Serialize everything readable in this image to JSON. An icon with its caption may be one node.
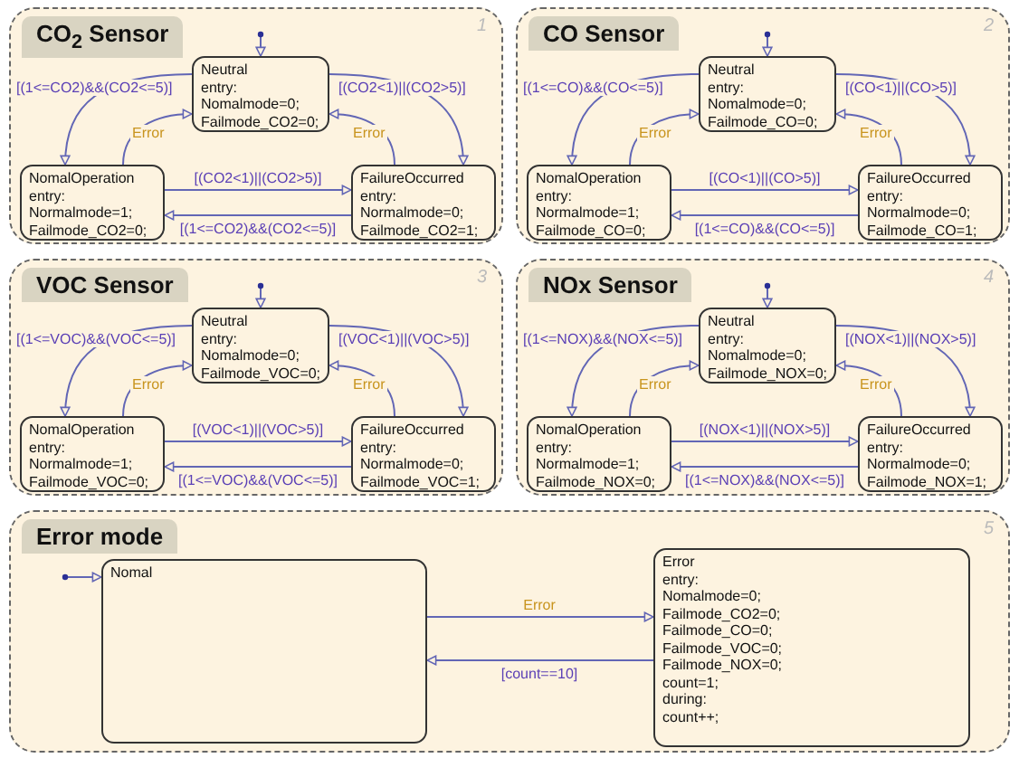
{
  "diagram": {
    "nodes": [
      {
        "text": [
          "CO$_{2}$ Sensor"
        ],
        "beside": [
          "1"
        ]
      },
      {
        "text": [
          "Neutral",
          "entry:",
          "Nomalmode=0;",
          "Failmode_CO2=0;"
        ],
        "in": 0
      },
      {
        "text": [
          "NomalOperation",
          "entry:",
          "Normalmode=1;",
          "Failmode_CO2=0;"
        ],
        "in": 0
      },
      {
        "text": [
          "FailureOccurred",
          "entry:",
          "Normalmode=0;",
          "Failmode_CO2=1;"
        ],
        "in": 0
      },
      {
        "text": [
          "CO Sensor"
        ],
        "beside": [
          "2"
        ]
      },
      {
        "text": [
          "Neutral",
          "entry:",
          "Nomalmode=0;",
          "Failmode_CO=0;"
        ],
        "in": 4
      },
      {
        "text": [
          "NomalOperation",
          "entry:",
          "Normalmode=1;",
          "Failmode_CO=0;"
        ],
        "in": 4
      },
      {
        "text": [
          "FailureOccurred",
          "entry:",
          "Normalmode=0;",
          "Failmode_CO=1;"
        ],
        "in": 4
      },
      {
        "text": [
          "VOC Sensor"
        ],
        "beside": [
          "3"
        ]
      },
      {
        "text": [
          "Neutral",
          "entry:",
          "Nomalmode=0;",
          "Failmode_VOC=0;"
        ],
        "in": 8
      },
      {
        "text": [
          "NomalOperation",
          "entry:",
          "Normalmode=1;",
          "Failmode_VOC=0;"
        ],
        "in": 8
      },
      {
        "text": [
          "FailureOccurred",
          "entry:",
          "Normalmode=0;",
          "Failmode_VOC=1;"
        ],
        "in": 8
      },
      {
        "text": [
          "NOx Sensor"
        ],
        "beside": [
          "4"
        ]
      },
      {
        "text": [
          "Neutral",
          "entry:",
          "Nomalmode=0;",
          "Failmode_NOX=0;"
        ],
        "in": 12
      },
      {
        "text": [
          "NomalOperation",
          "entry:",
          "Normalmode=1;",
          "Failmode_NOX=0;"
        ],
        "in": 12
      },
      {
        "text": [
          "FailureOccurred",
          "entry:",
          "Normalmode=0;",
          "Failmode_NOX=1;"
        ],
        "in": 12
      },
      {
        "text": [
          "Error mode"
        ],
        "beside": [
          "5"
        ]
      },
      {
        "text": [
          "Nomal"
        ],
        "in": 16
      },
      {
        "text": [
          "Error",
          "entry:",
          "Nomalmode=0;",
          "Failmode_CO2=0;",
          "Failmode_CO=0;",
          "Failmode_VOC=0;",
          "Failmode_NOX=0;",
          "count=1;",
          "during:",
          "count++;"
        ],
        "in": 16
      }
    ],
    "edges": [
      {
        "from": null,
        "to": 1,
        "arrow": "to"
      },
      {
        "from": 1,
        "to": 2,
        "arrow": "to",
        "label": "[(1<=CO2)&&(CO2<=5)]"
      },
      {
        "from": 1,
        "to": 3,
        "arrow": "to",
        "label": "[(CO2<1)||(CO2>5)]"
      },
      {
        "from": 2,
        "to": 1,
        "arrow": "to",
        "label": "Error"
      },
      {
        "from": 3,
        "to": 1,
        "arrow": "to",
        "label": "Error"
      },
      {
        "from": 2,
        "to": 3,
        "arrow": "to",
        "label": "[(CO2<1)||(CO2>5)]"
      },
      {
        "from": 3,
        "to": 2,
        "arrow": "to",
        "label": "[(1<=CO2)&&(CO2<=5)]"
      },
      {
        "from": null,
        "to": 5,
        "arrow": "to"
      },
      {
        "from": 5,
        "to": 6,
        "arrow": "to",
        "label": "[(1<=CO)&&(CO<=5)]"
      },
      {
        "from": 5,
        "to": 7,
        "arrow": "to",
        "label": "[(CO<1)||(CO>5)]"
      },
      {
        "from": 6,
        "to": 5,
        "arrow": "to",
        "label": "Error"
      },
      {
        "from": 7,
        "to": 5,
        "arrow": "to",
        "label": "Error"
      },
      {
        "from": 6,
        "to": 7,
        "arrow": "to",
        "label": "[(CO<1)||(CO>5)]"
      },
      {
        "from": 7,
        "to": 6,
        "arrow": "to",
        "label": "[(1<=CO)&&(CO<=5)]"
      },
      {
        "from": null,
        "to": 9,
        "arrow": "to"
      },
      {
        "from": 9,
        "to": 10,
        "arrow": "to",
        "label": "[(1<=VOC)&&(VOC<=5)]"
      },
      {
        "from": 9,
        "to": 11,
        "arrow": "to",
        "label": "[(VOC<1)||(VOC>5)]"
      },
      {
        "from": 10,
        "to": 9,
        "arrow": "to",
        "label": "Error"
      },
      {
        "from": 11,
        "to": 9,
        "arrow": "to",
        "label": "Error"
      },
      {
        "from": 10,
        "to": 11,
        "arrow": "to",
        "label": "[(VOC<1)||(VOC>5)]"
      },
      {
        "from": 11,
        "to": 10,
        "arrow": "to",
        "label": "[(1<=VOC)&&(VOC<=5)]"
      },
      {
        "from": null,
        "to": 13,
        "arrow": "to"
      },
      {
        "from": 13,
        "to": 14,
        "arrow": "to",
        "label": "[(1<=NOX)&&(NOX<=5)]"
      },
      {
        "from": 13,
        "to": 15,
        "arrow": "to",
        "label": "[(NOX<1)||(NOX>5)]"
      },
      {
        "from": 14,
        "to": 13,
        "arrow": "to",
        "label": "Error"
      },
      {
        "from": 15,
        "to": 13,
        "arrow": "to",
        "label": "Error"
      },
      {
        "from": 14,
        "to": 15,
        "arrow": "to",
        "label": "[(NOX<1)||(NOX>5)]"
      },
      {
        "from": 15,
        "to": 14,
        "arrow": "to",
        "label": "[(1<=NOX)&&(NOX<=5)]"
      },
      {
        "from": null,
        "to": 17,
        "arrow": "to"
      },
      {
        "from": 17,
        "to": 18,
        "arrow": "to",
        "label": "Error"
      },
      {
        "from": 18,
        "to": 17,
        "arrow": "to",
        "label": "[count==10]"
      }
    ]
  }
}
